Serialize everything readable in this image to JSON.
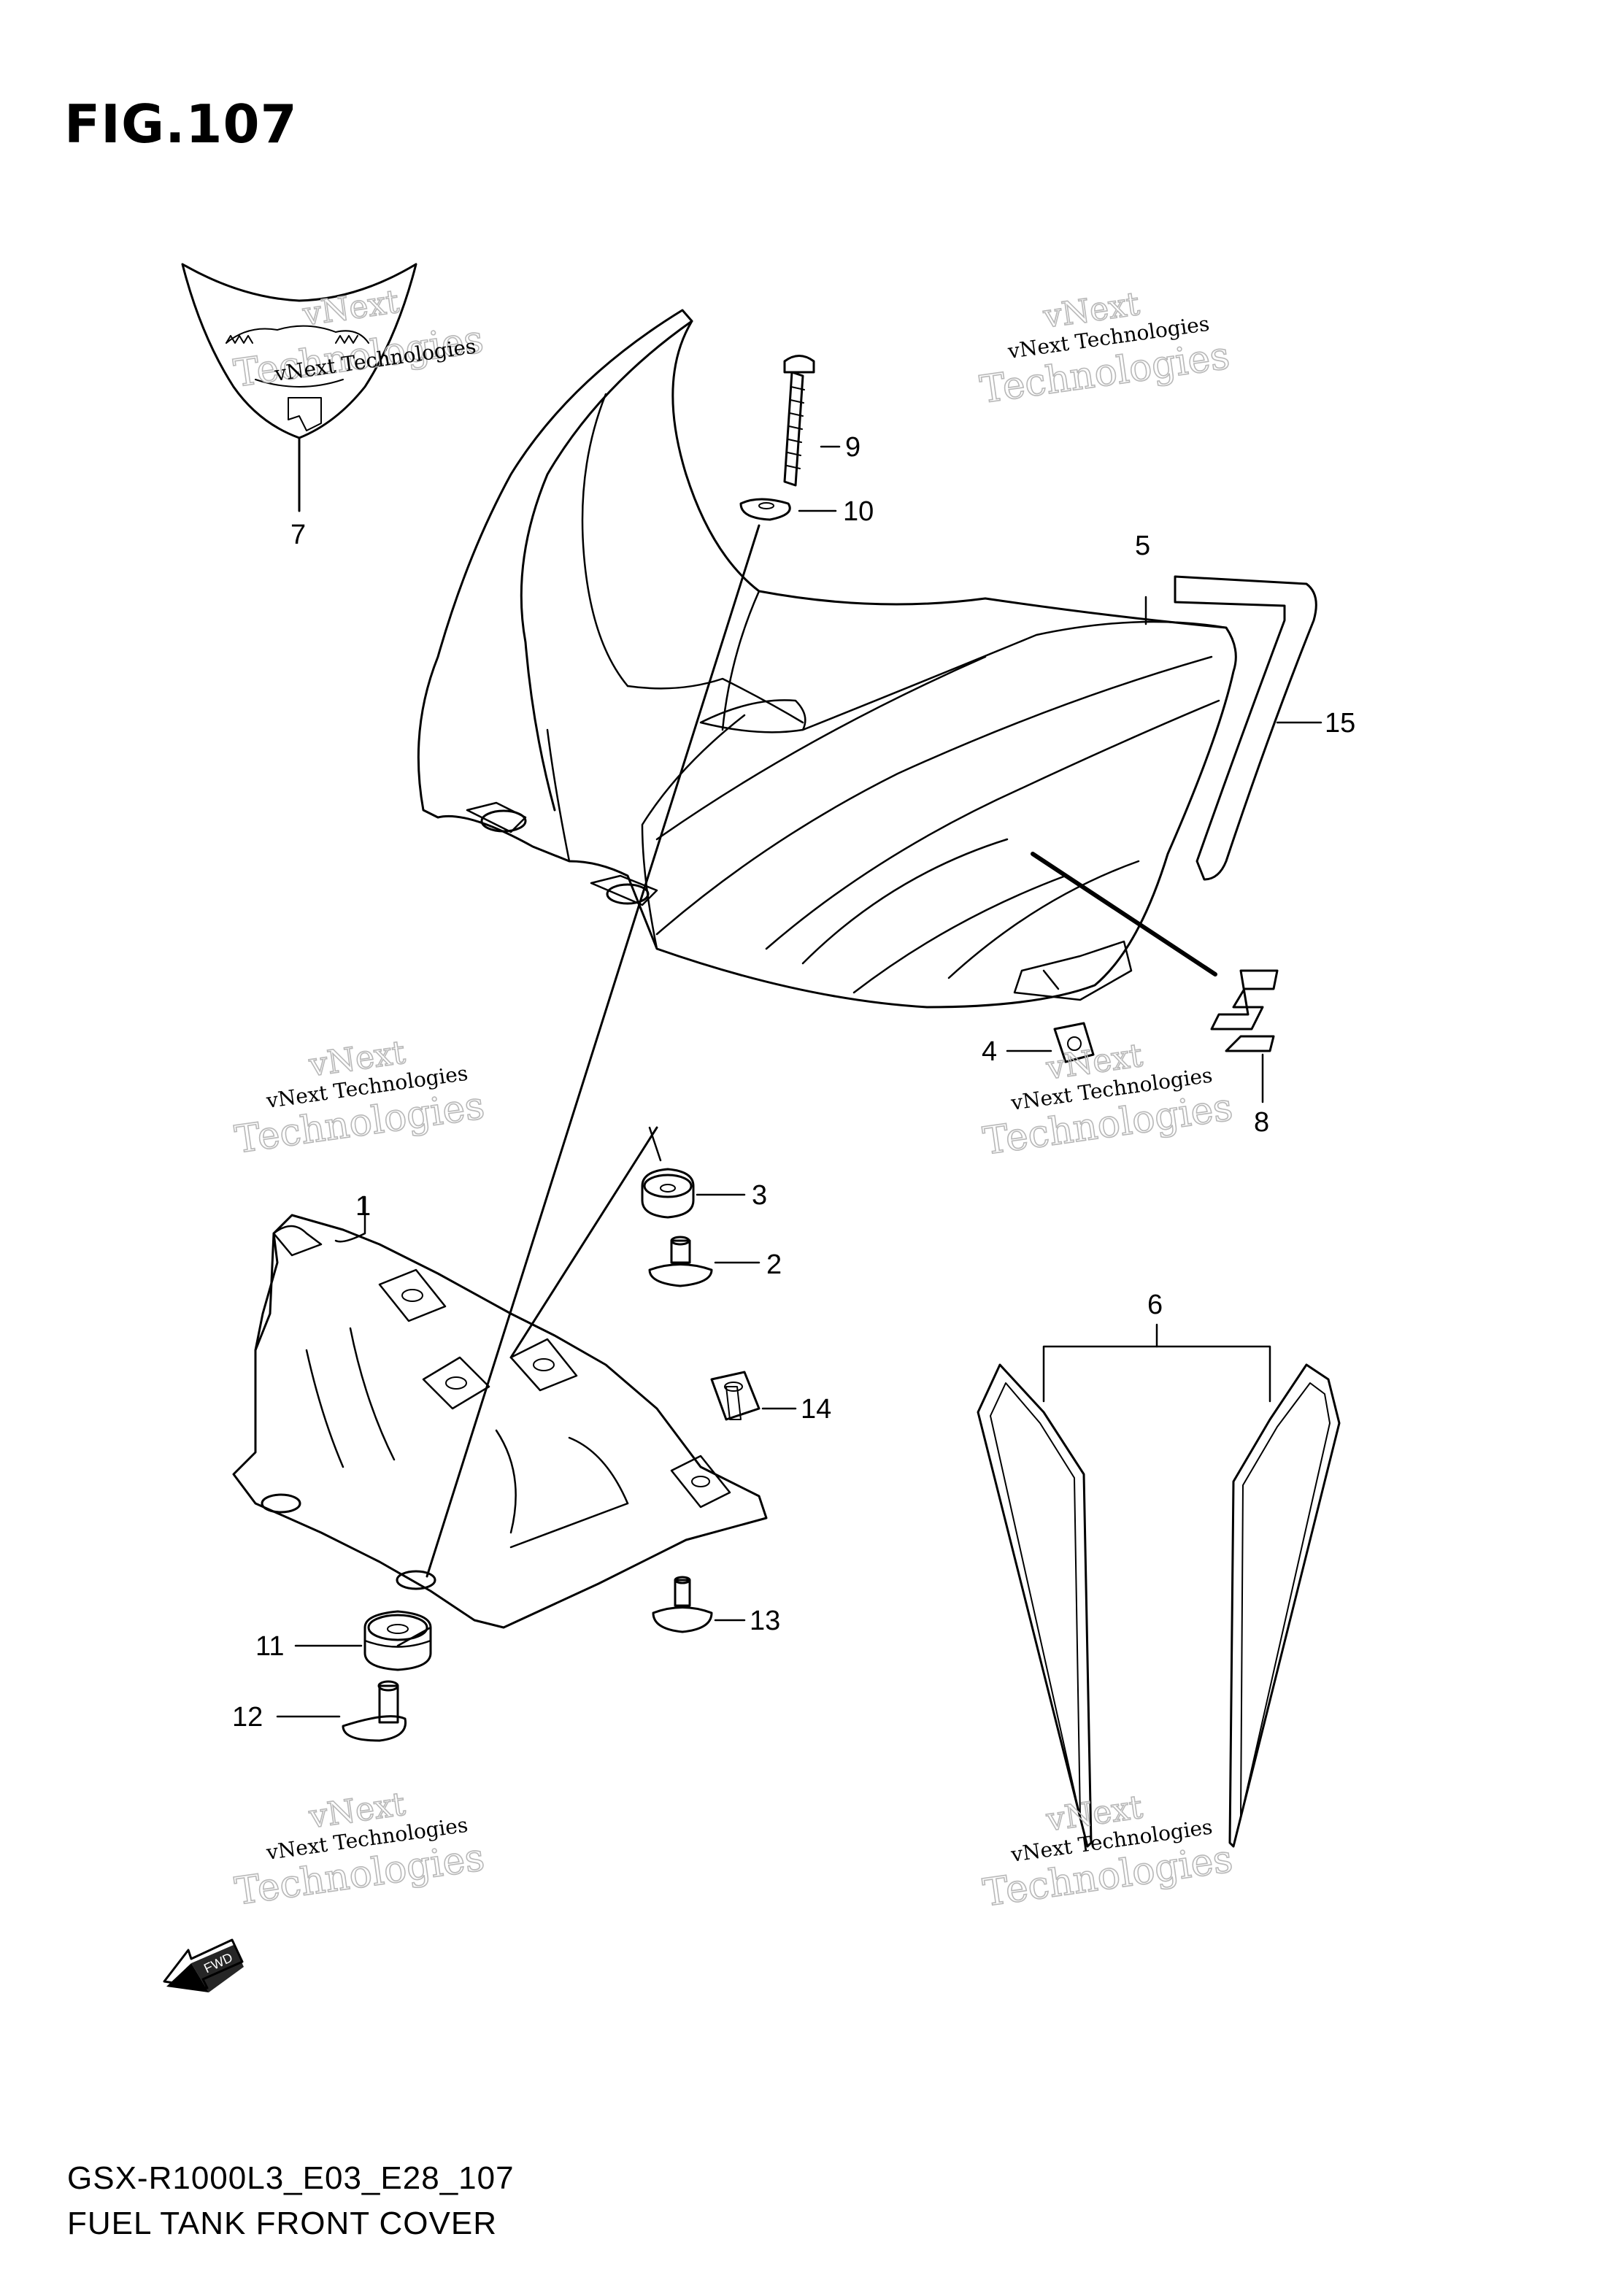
{
  "figure": {
    "title": "FIG.107",
    "model_code": "GSX-R1000L3_E03_E28_107",
    "caption": "FUEL TANK FRONT COVER"
  },
  "callouts": [
    "1",
    "2",
    "3",
    "4",
    "5",
    "6",
    "7",
    "8",
    "9",
    "10",
    "11",
    "12",
    "13",
    "14",
    "15"
  ],
  "watermark": {
    "small": "vNext Technologies",
    "large_top": "vNext",
    "large_bottom": "Technologies"
  },
  "fwd_label": "FWD"
}
